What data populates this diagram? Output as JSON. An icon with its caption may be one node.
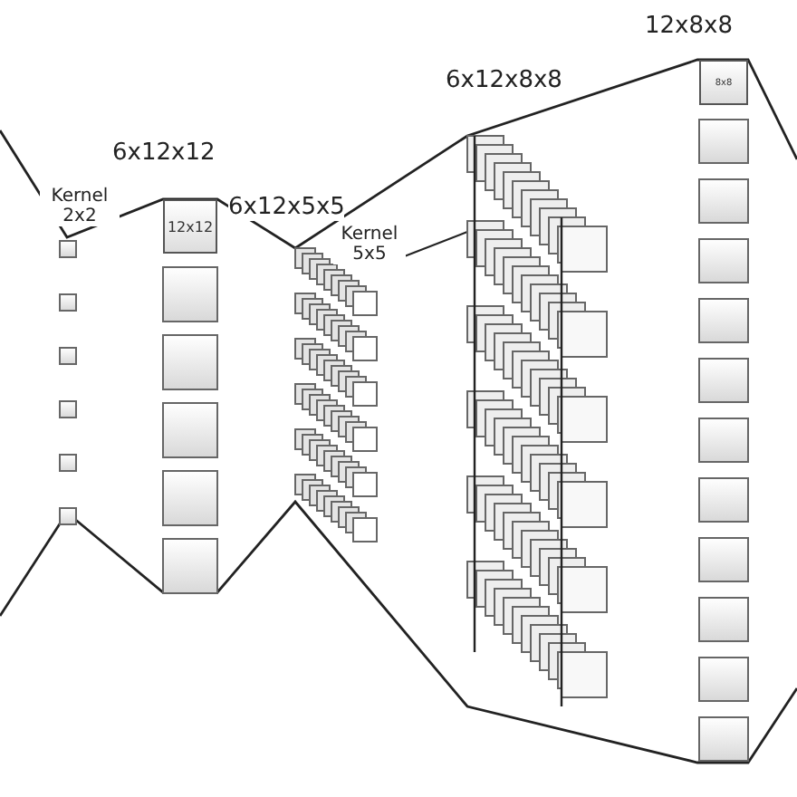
{
  "diagram": {
    "nodes": [
      {
        "text": [
          "12x12"
        ]
      },
      {
        "text": [
          "8x8"
        ]
      }
    ],
    "labels": [
      "12x8x8",
      "6x12x8x8",
      "6x12x12",
      "Kernel 2x2",
      "6x12x5x5",
      "Kernel 5x5"
    ]
  }
}
